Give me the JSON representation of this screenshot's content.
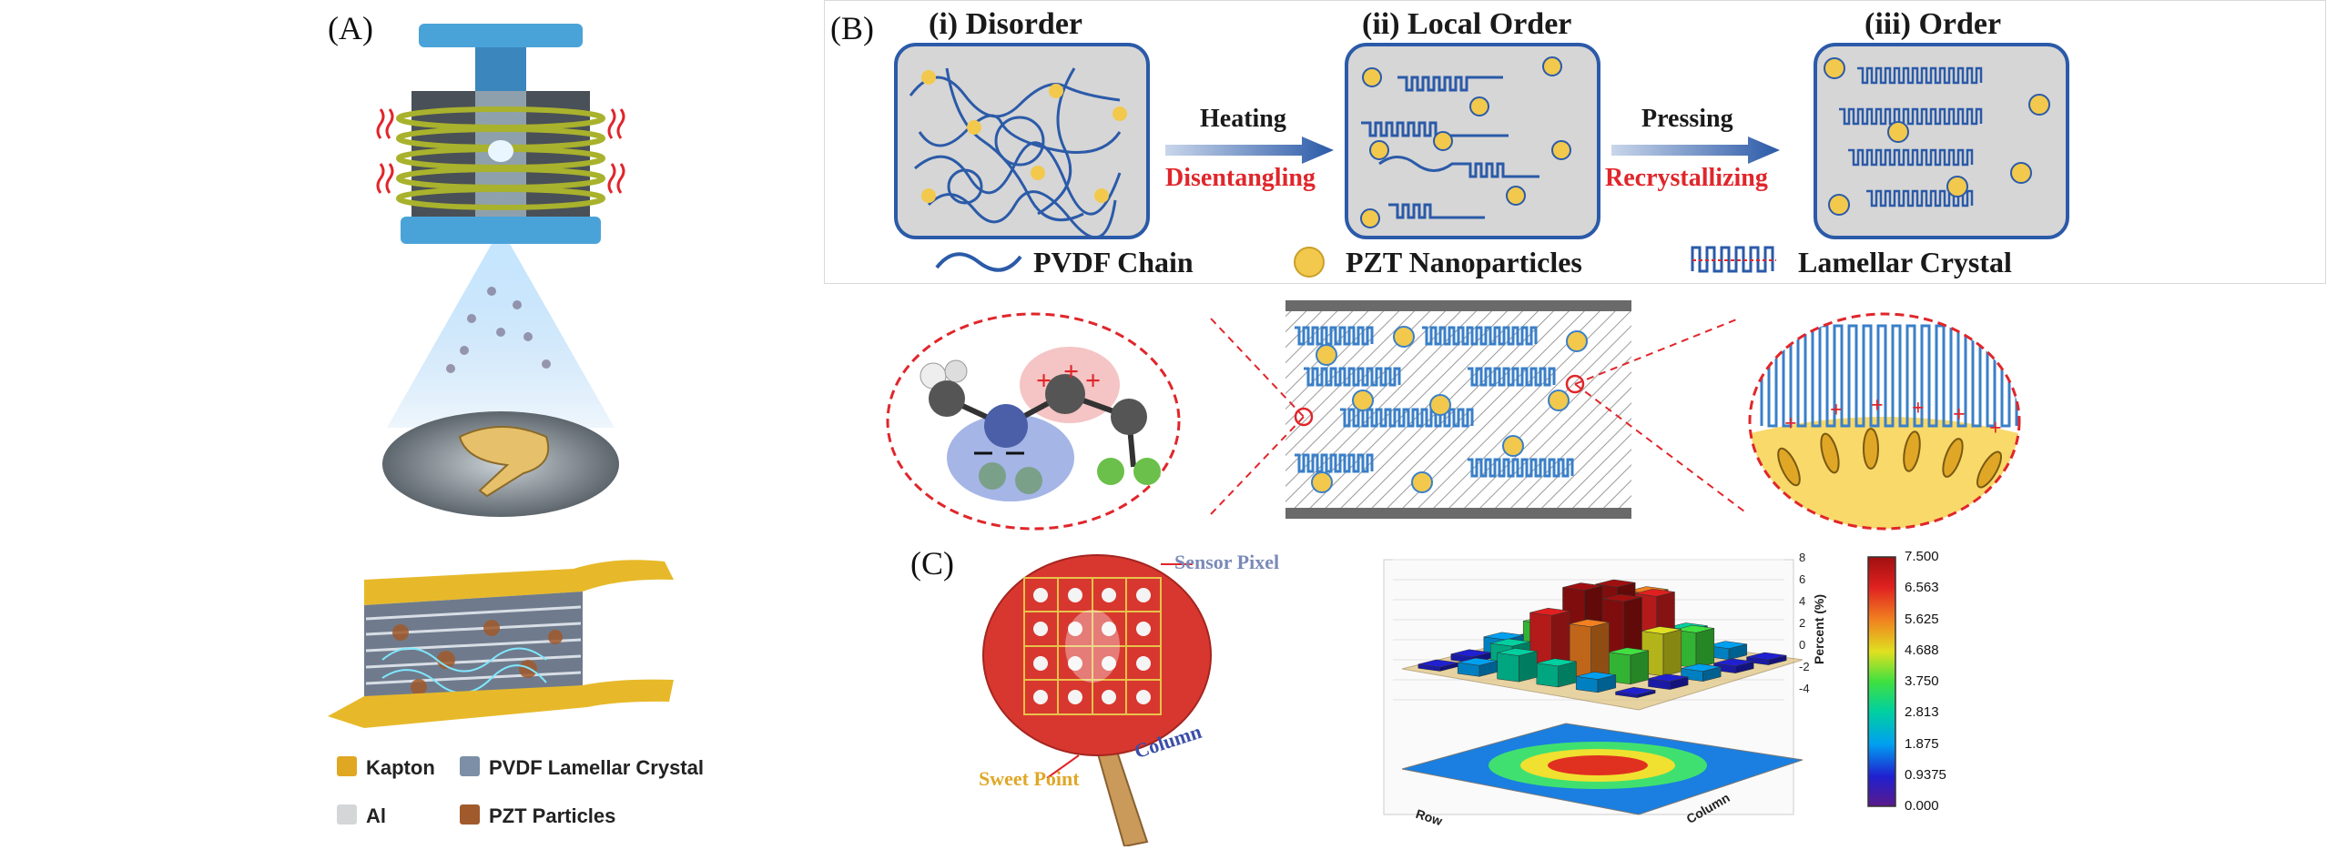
{
  "panels": {
    "a_label": "(A)",
    "b_label": "(B)",
    "c_label": "(C)"
  },
  "stages": [
    {
      "title": "(i) Disorder"
    },
    {
      "title": "(ii) Local Order"
    },
    {
      "title": "(iii) Order"
    }
  ],
  "arrows": [
    {
      "top": "Heating",
      "bottom": "Disentangling"
    },
    {
      "top": "Pressing",
      "bottom": "Recrystallizing"
    }
  ],
  "legend_b": {
    "chain": "PVDF Chain",
    "nanoparticles": "PZT Nanoparticles",
    "lamellar": "Lamellar Crystal"
  },
  "legend_a": {
    "kapton": "Kapton",
    "pvdf": "PVDF Lamellar Crystal",
    "al": "Al",
    "pzt": "PZT Particles"
  },
  "paddle": {
    "sensor_pixel": "Sensor Pixel",
    "column": "Column",
    "sweet_point": "Sweet Point"
  },
  "colors": {
    "chain": "#2b5aa8",
    "particle": "#f2c94c",
    "red": "#e0262b",
    "paddle": "#d8372f",
    "kapton": "#e0a722"
  },
  "chart_data": {
    "type": "bar3d",
    "zlabel": "Percent (%)",
    "z_ticks": [
      "8",
      "6",
      "4",
      "2",
      "0",
      "-2",
      "-4"
    ],
    "colorbar_ticks": [
      "7.500",
      "6.563",
      "5.625",
      "4.688",
      "3.750",
      "2.813",
      "1.875",
      "0.9375",
      "0.000"
    ],
    "colorbar_range": [
      0.0,
      7.5
    ],
    "x_label": "Row",
    "y_label": "Column",
    "values": [
      [
        1.2,
        0.9,
        5.5,
        2.4,
        1.1,
        0.5
      ],
      [
        0.8,
        2.8,
        7.0,
        6.6,
        3.5,
        0.7
      ],
      [
        1.5,
        3.6,
        7.5,
        6.9,
        4.2,
        1.0
      ],
      [
        0.6,
        2.2,
        5.8,
        5.2,
        2.9,
        0.8
      ],
      [
        0.4,
        1.1,
        2.6,
        2.1,
        1.3,
        0.3
      ]
    ]
  }
}
